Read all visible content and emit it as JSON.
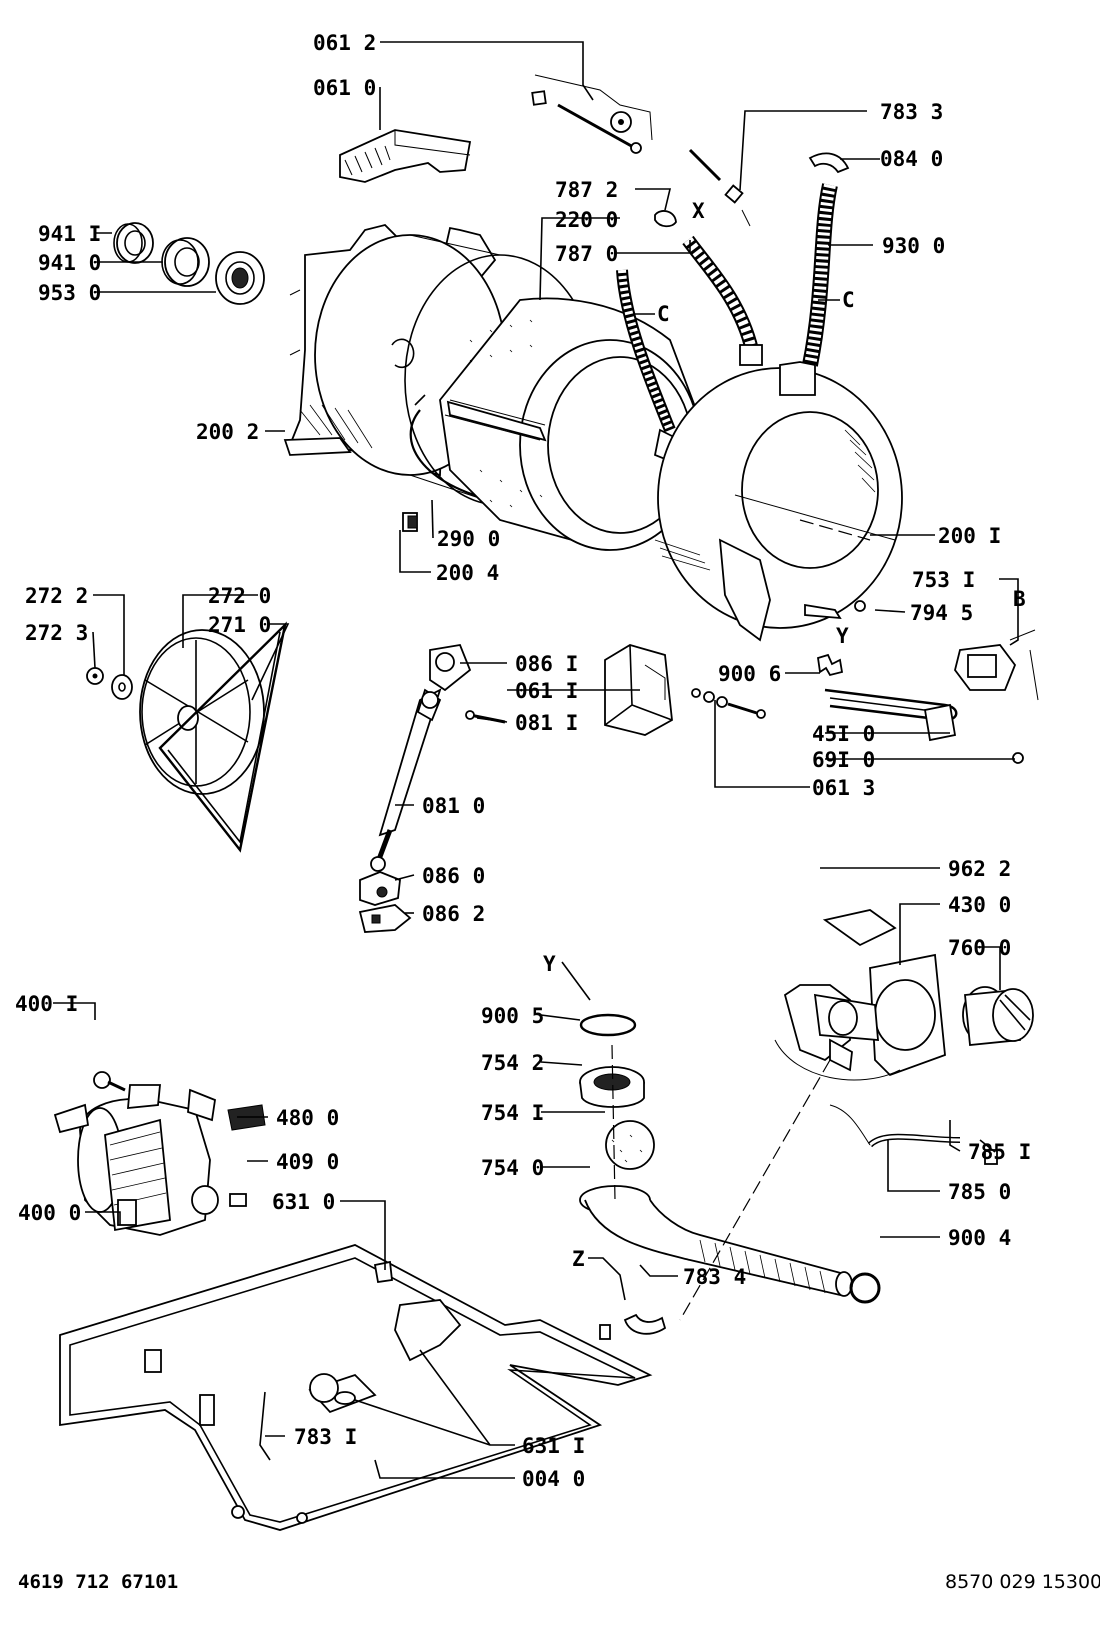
{
  "drawing": {
    "labels": {
      "p0612": "061 2",
      "p0610": "061 0",
      "p7833": "783 3",
      "p0840": "084 0",
      "p7872": "787 2",
      "p2200": "220 0",
      "p7870": "787 0",
      "x_top": "X",
      "p9300": "930 0",
      "c_left": "C",
      "c_right": "C",
      "p9411": "941 I",
      "p9410": "941 0",
      "p9530": "953 0",
      "p2002": "200 2",
      "p2900": "290 0",
      "p2004": "200 4",
      "p2001": "200 I",
      "p7531": "753 I",
      "b_mark": "B",
      "p7945": "794 5",
      "y_top": "Y",
      "p2722": "272 2",
      "p2720": "272 0",
      "p2723": "272 3",
      "p2710": "271 0",
      "p0861": "086 I",
      "p0611": "061 I",
      "p0811": "081 I",
      "p9006": "900 6",
      "p4510": "45I 0",
      "p6910": "69I 0",
      "p0613": "061 3",
      "p0810": "081 0",
      "p0860": "086 0",
      "p0862": "086 2",
      "p9622": "962 2",
      "p4300": "430 0",
      "p7600": "760 0",
      "y_mid": "Y",
      "p9005": "900 5",
      "p7542": "754 2",
      "p7541": "754 I",
      "p7540": "754 0",
      "p4001": "400 I",
      "p4800": "480 0",
      "p4090": "409 0",
      "p4000": "400 0",
      "p6310": "631 0",
      "p7851": "785 I",
      "p7850": "785 0",
      "p9004": "900 4",
      "z_mark": "Z",
      "p7834": "783 4",
      "p7831": "783 I",
      "p6311": "631 I",
      "p0040": "004 0"
    },
    "footer": {
      "left_code": "4619 712 67101",
      "right_code": "8570 029 15300"
    }
  }
}
